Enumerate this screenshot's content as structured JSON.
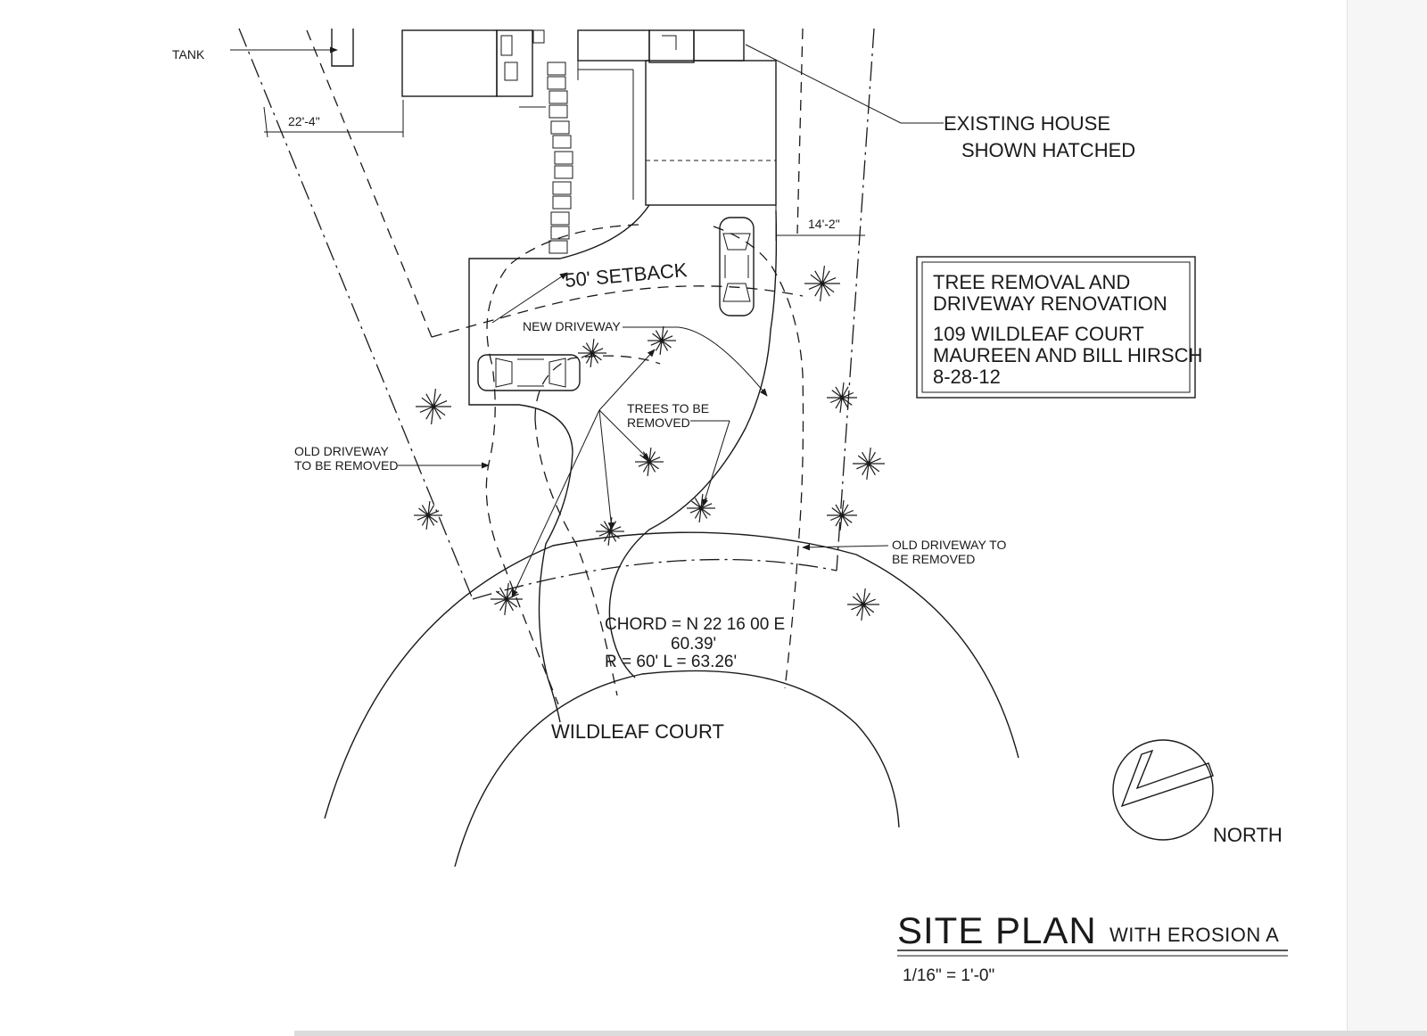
{
  "labels": {
    "tank": "TANK",
    "dim_left": "22'-4\"",
    "dim_right": "14'-2\"",
    "existing_house_1": "EXISTING HOUSE",
    "existing_house_2": "SHOWN HATCHED",
    "setback": "50' SETBACK",
    "new_driveway": "NEW DRIVEWAY",
    "trees_removed_1": "TREES TO BE",
    "trees_removed_2": "REMOVED",
    "old_driveway_left_1": "OLD DRIVEWAY",
    "old_driveway_left_2": "TO BE REMOVED",
    "old_driveway_right_1": "OLD DRIVEWAY TO",
    "old_driveway_right_2": "BE REMOVED",
    "chord": "CHORD = N 22 16 00 E",
    "chord_length": "60.39'",
    "radius_length": "R = 60' L = 63.26'",
    "street": "WILDLEAF COURT",
    "north": "NORTH"
  },
  "title_block": {
    "line1": "TREE REMOVAL AND",
    "line2": "DRIVEWAY RENOVATION",
    "line3": "109 WILDLEAF COURT",
    "line4": "MAUREEN AND BILL HIRSCH",
    "line5": "8-28-12"
  },
  "sheet": {
    "title": "SITE PLAN",
    "subtitle": "WITH EROSION A",
    "scale": "1/16\" = 1'-0\""
  }
}
